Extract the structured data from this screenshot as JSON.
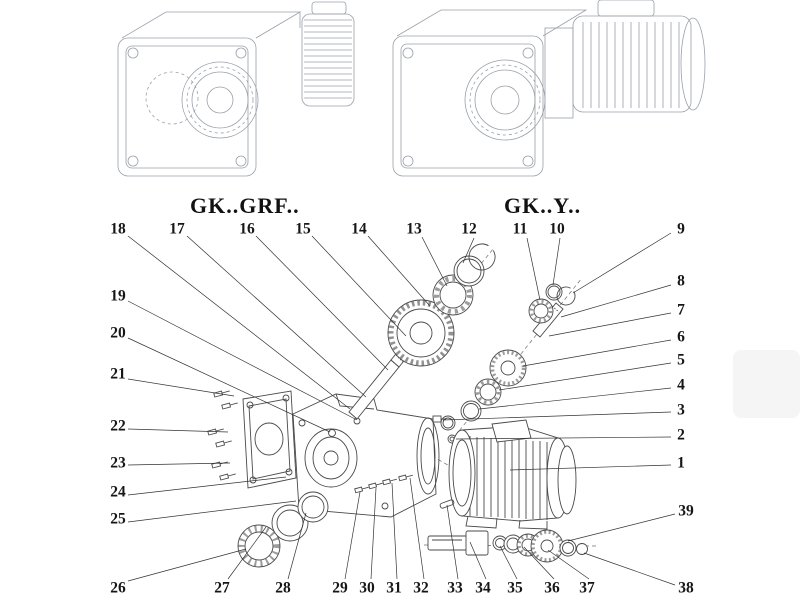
{
  "diagram": {
    "type": "exploded-parts-diagram",
    "product_left": "GK..GRF..",
    "product_right": "GK..Y..",
    "callouts": [
      "18",
      "17",
      "16",
      "15",
      "14",
      "13",
      "12",
      "11",
      "10",
      "9",
      "8",
      "7",
      "6",
      "5",
      "4",
      "3",
      "2",
      "1",
      "39",
      "38",
      "19",
      "20",
      "21",
      "22",
      "23",
      "24",
      "25",
      "26",
      "27",
      "28",
      "29",
      "30",
      "31",
      "32",
      "33",
      "34",
      "35",
      "36",
      "37"
    ]
  },
  "colors": {
    "line_art": "#9aa0a8",
    "exploded_art": "#4a4a4a",
    "leader": "#333333",
    "text": "#161616"
  }
}
